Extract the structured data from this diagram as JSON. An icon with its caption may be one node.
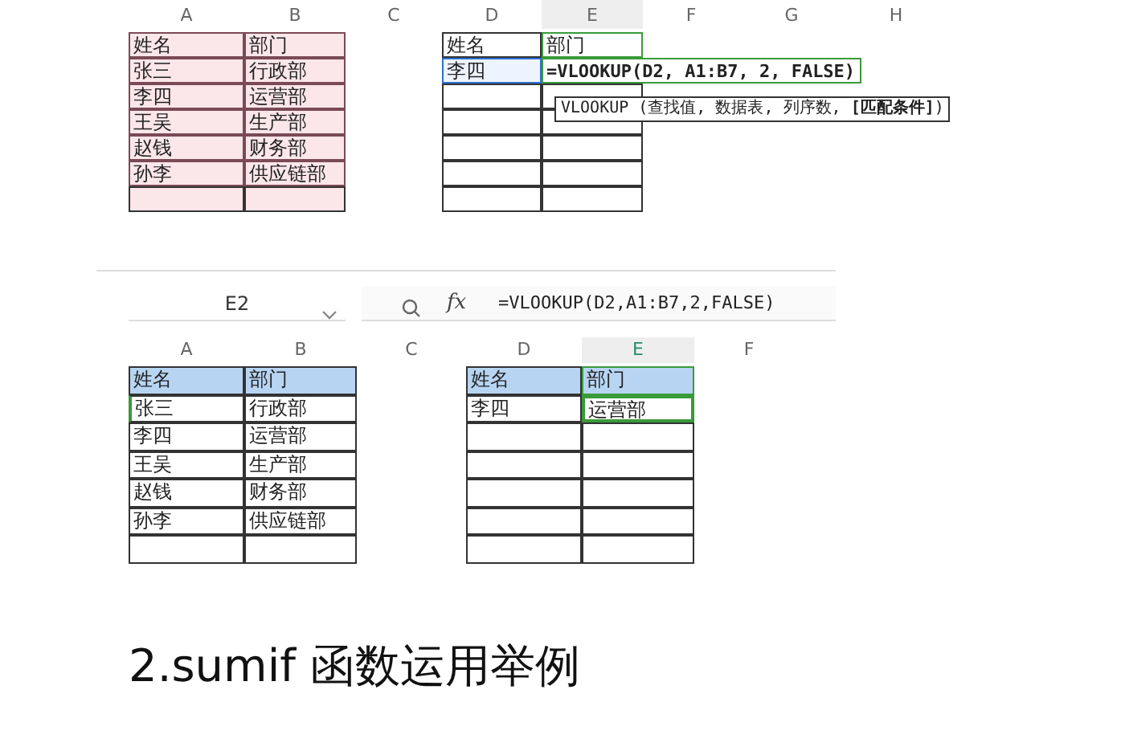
{
  "diagram": {
    "labels": [
      "A",
      "B",
      "C",
      "D",
      "E",
      "F",
      "G",
      "H",
      "姓名",
      "部门",
      "姓名",
      "部门",
      "张三",
      "行政部",
      "李四",
      "=VLOOKUP(D2, A1:B7, 2, FALSE)",
      "VLOOKUP (查找值, 数据表, 列序数, **[匹配条件]**)",
      "李四",
      "运营部",
      "王吴",
      "生产部",
      "赵钱",
      "财务部",
      "孙李",
      "供应链部",
      "E2",
      "fx",
      "=VLOOKUP(D2,A1:B7,2,FALSE)",
      "A",
      "B",
      "C",
      "D",
      "E",
      "F",
      "姓名",
      "部门",
      "姓名",
      "部门",
      "张三",
      "行政部",
      "李四",
      "运营部",
      "李四",
      "运营部",
      "王吴",
      "生产部",
      "赵钱",
      "财务部",
      "孙李",
      "供应链部",
      "2.sumif 函数运用举例"
    ]
  }
}
